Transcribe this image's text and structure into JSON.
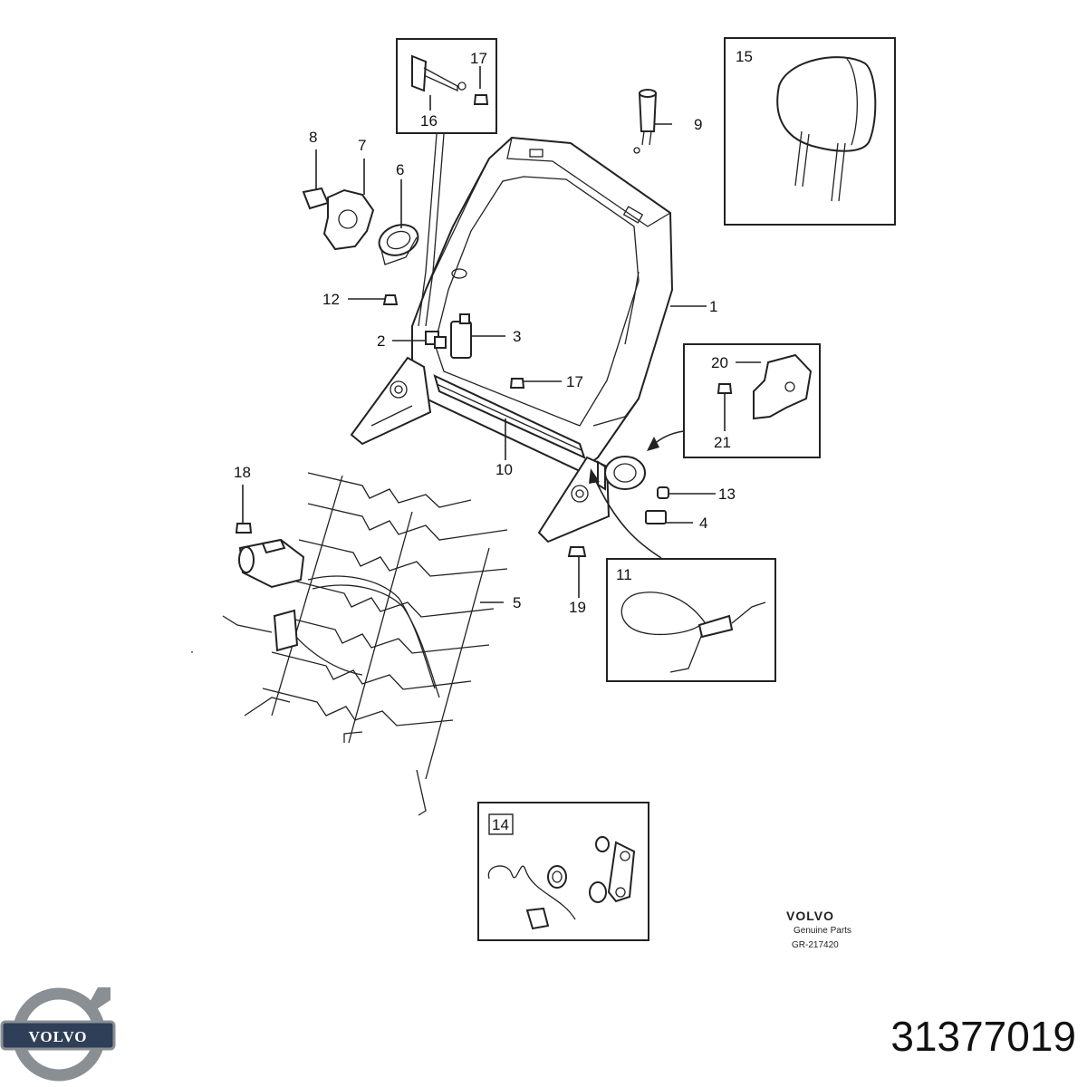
{
  "callouts": {
    "c1": "1",
    "c2": "2",
    "c3": "3",
    "c4": "4",
    "c5": "5",
    "c6": "6",
    "c7": "7",
    "c8": "8",
    "c9": "9",
    "c10": "10",
    "c11": "11",
    "c12": "12",
    "c13": "13",
    "c14": "14",
    "c15": "15",
    "c16": "16",
    "c17a": "17",
    "c17b": "17",
    "c18": "18",
    "c19": "19",
    "c20": "20",
    "c21": "21"
  },
  "branding": {
    "volvo_word": "VOLVO",
    "genuine_parts": "Genuine Parts",
    "reference": "GR-217420"
  },
  "logo": {
    "text": "VOLVO",
    "icon": "volvo-iron-mark-icon",
    "ring_color": "#8a8f94",
    "band_color": "#2e3f57"
  },
  "part_number": "31377019"
}
